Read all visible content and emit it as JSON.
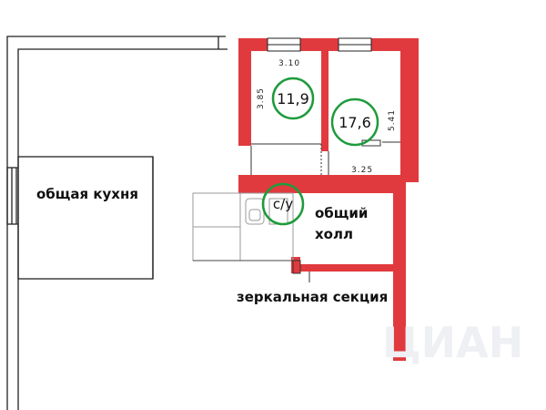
{
  "plan": {
    "wall_color": "#e03a3e",
    "circle_color": "#1e9b3c",
    "labels": {
      "kitchen": "общая кухня",
      "hall_line1": "общий",
      "hall_line2": "холл",
      "mirror_section": "зеркальная секция",
      "bathroom": "с/у"
    },
    "areas": {
      "room1": "11,9",
      "room2": "17,6"
    },
    "dimensions": {
      "room1_width": "3.10",
      "room1_height": "3.85",
      "room2_height": "5.41",
      "room2_width": "3.25"
    },
    "watermark": "ЦИАН"
  }
}
